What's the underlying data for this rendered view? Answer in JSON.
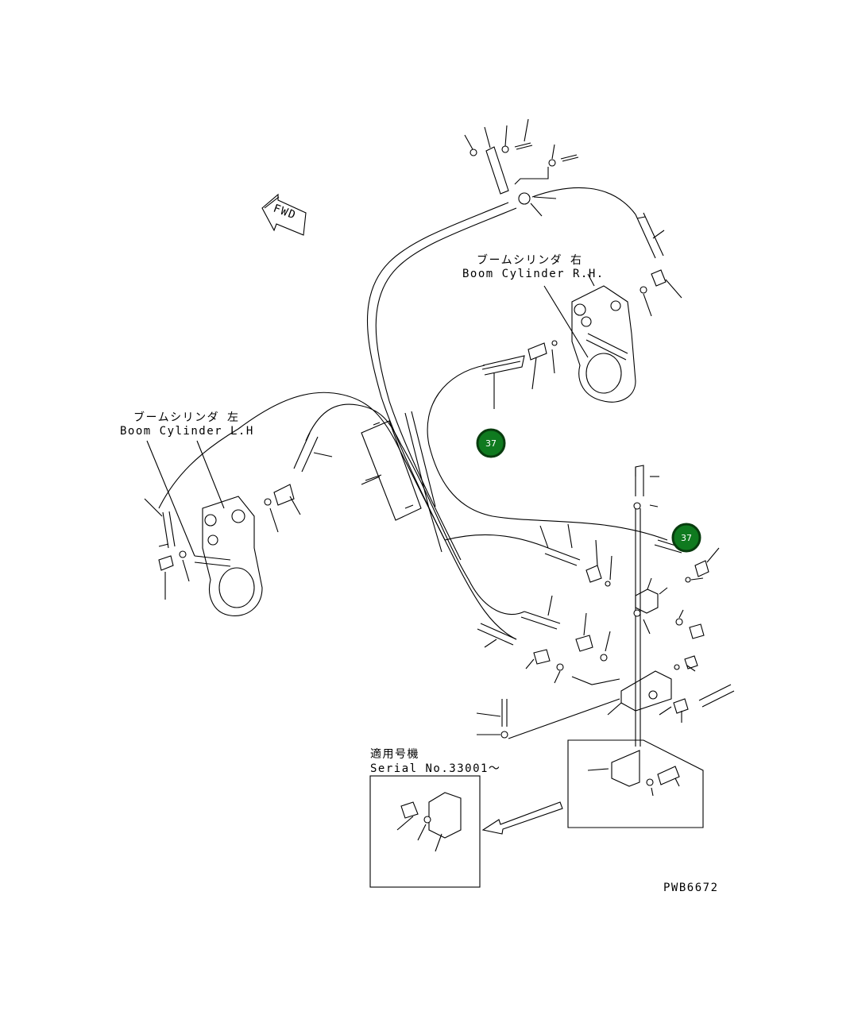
{
  "labels": {
    "boom_rh_jp": "ブームシリンダ 右",
    "boom_rh_en": "Boom Cylinder R.H.",
    "boom_lh_jp": "ブームシリンダ 左",
    "boom_lh_en": "Boom Cylinder L.H",
    "fwd": "FWD",
    "serial_jp": "適用号機",
    "serial_en": "Serial No.33001〜",
    "drawing_no": "PWB6672"
  },
  "callouts": [
    {
      "id": "37",
      "label": "37"
    },
    {
      "id": "37",
      "label": "37"
    }
  ],
  "colors": {
    "callout_fill": "#0f7a1f",
    "line": "#000000"
  }
}
